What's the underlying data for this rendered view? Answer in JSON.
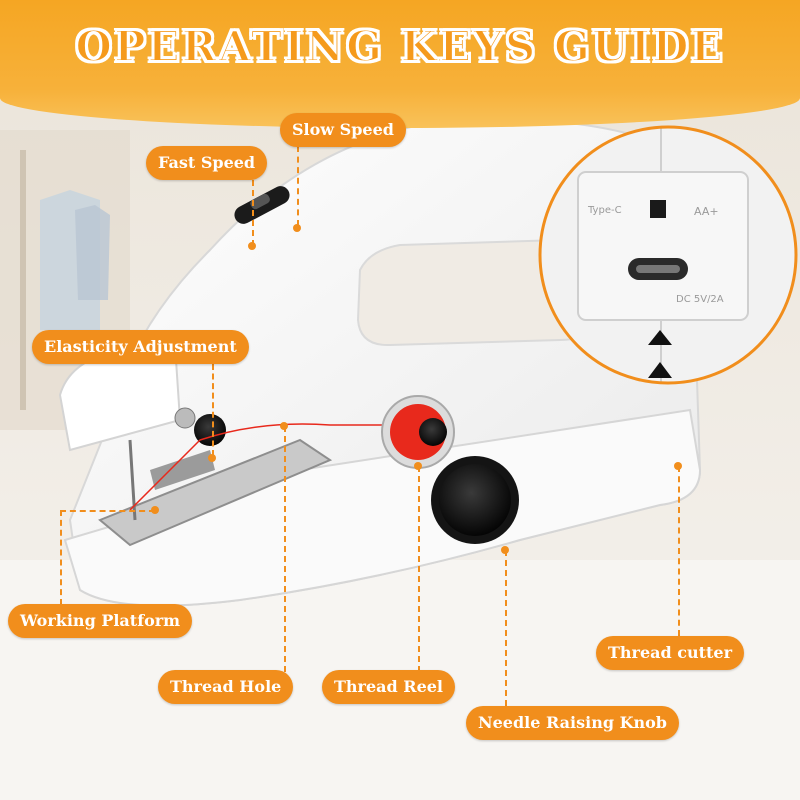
{
  "title": "OPERATING KEYS GUIDE",
  "labels": {
    "slow_speed": "Slow Speed",
    "fast_speed": "Fast Speed",
    "elasticity_adjustment": "Elasticity Adjustment",
    "working_platform": "Working Platform",
    "thread_hole": "Thread Hole",
    "thread_reel": "Thread Reel",
    "needle_raising_knob": "Needle Raising Knob",
    "thread_cutter": "Thread cutter"
  },
  "inset": {
    "type_c": "Type-C",
    "aa": "AA+",
    "dc_rating": "DC 5V/2A"
  },
  "colors": {
    "accent": "#f18e1c",
    "banner": "#f5a623",
    "machine": "#ffffff",
    "reel": "#e8291c",
    "knob": "#111111"
  }
}
